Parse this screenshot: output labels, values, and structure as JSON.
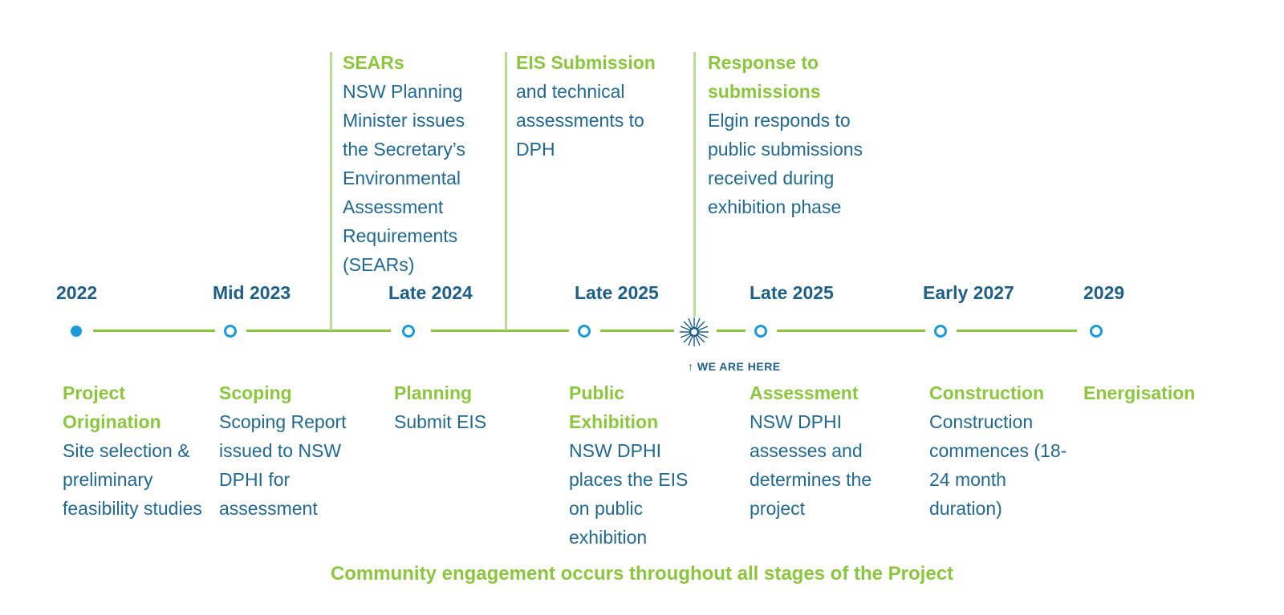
{
  "stages": [
    {
      "year": "2022",
      "title": "Project Origination",
      "desc": "Site selection & preliminary feasibility studies"
    },
    {
      "year": "Mid 2023",
      "title": "Scoping",
      "desc": "Scoping Report issued to NSW DPHI for assessment"
    },
    {
      "year": "Late 2024",
      "title": "Planning",
      "desc": "Submit EIS"
    },
    {
      "year": "Late 2025",
      "title": "Public Exhibition",
      "desc": "NSW DPHI places the EIS on public exhibition"
    },
    {
      "year": "Late 2025",
      "title": "Assessment",
      "desc": "NSW DPHI assesses and determines the project"
    },
    {
      "year": "Early 2027",
      "title": "Construction",
      "desc": "Construction commences (18-24 month duration)"
    },
    {
      "year": "2029",
      "title": "Energisation",
      "desc": ""
    }
  ],
  "milestones": [
    {
      "title": "SEARs",
      "desc": "NSW Planning Minister issues the Secretary’s Environmental Assessment Requirements (SEARs)"
    },
    {
      "title": "EIS Submission",
      "desc": "and technical assessments to DPH"
    },
    {
      "title": "Response to submissions",
      "desc": "Elgin responds to public submissions received during exhibition phase"
    }
  ],
  "marker": {
    "label": "↑ WE ARE HERE",
    "icon": "starburst-icon"
  },
  "footer": "Community engagement occurs throughout all stages of the Project",
  "colors": {
    "green": "#8cc63f",
    "blue": "#1a9ad6",
    "text": "#22688f"
  }
}
